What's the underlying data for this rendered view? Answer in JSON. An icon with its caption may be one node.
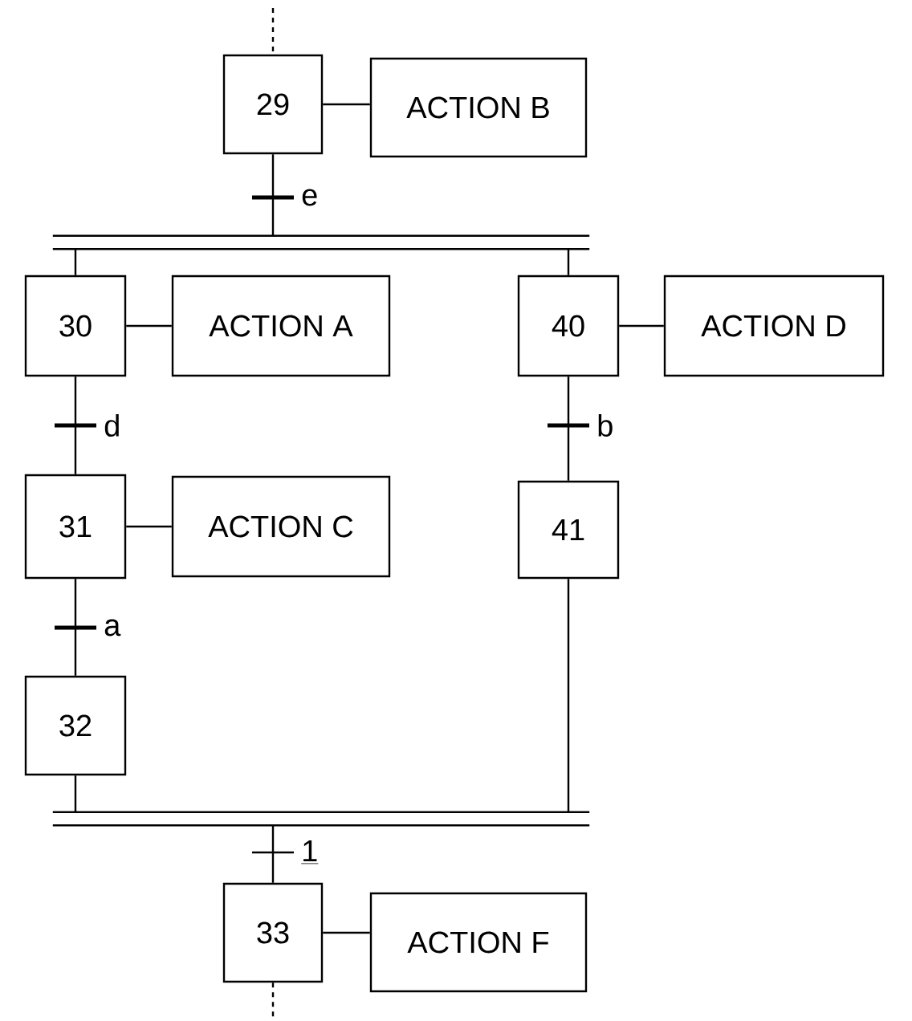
{
  "diagram": {
    "nodes": [
      {
        "text": [
          "29"
        ]
      },
      {
        "text": [
          "ACTION B"
        ]
      },
      {
        "text": [],
        "shape": "bar"
      },
      {
        "text": [
          "30"
        ]
      },
      {
        "text": [
          "ACTION A"
        ]
      },
      {
        "text": [
          "40"
        ]
      },
      {
        "text": [
          "ACTION D"
        ]
      },
      {
        "text": [
          "31"
        ]
      },
      {
        "text": [
          "ACTION C"
        ]
      },
      {
        "text": [
          "41"
        ]
      },
      {
        "text": [
          "32"
        ]
      },
      {
        "text": [],
        "shape": "bar"
      },
      {
        "text": [
          "33"
        ]
      },
      {
        "text": [
          "ACTION F"
        ]
      }
    ],
    "edges": [
      {
        "from": null,
        "to": 0,
        "arrow": "none",
        "style": "dashed"
      },
      {
        "from": 0,
        "to": 1,
        "arrow": "none"
      },
      {
        "from": 0,
        "to": 2,
        "arrow": "none",
        "label": "e"
      },
      {
        "from": 2,
        "to": 3,
        "arrow": "none"
      },
      {
        "from": 2,
        "to": 5,
        "arrow": "none"
      },
      {
        "from": 3,
        "to": 4,
        "arrow": "none"
      },
      {
        "from": 5,
        "to": 6,
        "arrow": "none"
      },
      {
        "from": 3,
        "to": 7,
        "arrow": "none",
        "label": "d"
      },
      {
        "from": 5,
        "to": 9,
        "arrow": "none",
        "label": "b"
      },
      {
        "from": 7,
        "to": 8,
        "arrow": "none"
      },
      {
        "from": 7,
        "to": 10,
        "arrow": "none",
        "label": "a"
      },
      {
        "from": 10,
        "to": 11,
        "arrow": "none"
      },
      {
        "from": 9,
        "to": 11,
        "arrow": "none"
      },
      {
        "from": 11,
        "to": 12,
        "arrow": "none",
        "label": "1"
      },
      {
        "from": 12,
        "to": 13,
        "arrow": "none"
      },
      {
        "from": 12,
        "to": null,
        "arrow": "none",
        "style": "dashed"
      }
    ]
  }
}
